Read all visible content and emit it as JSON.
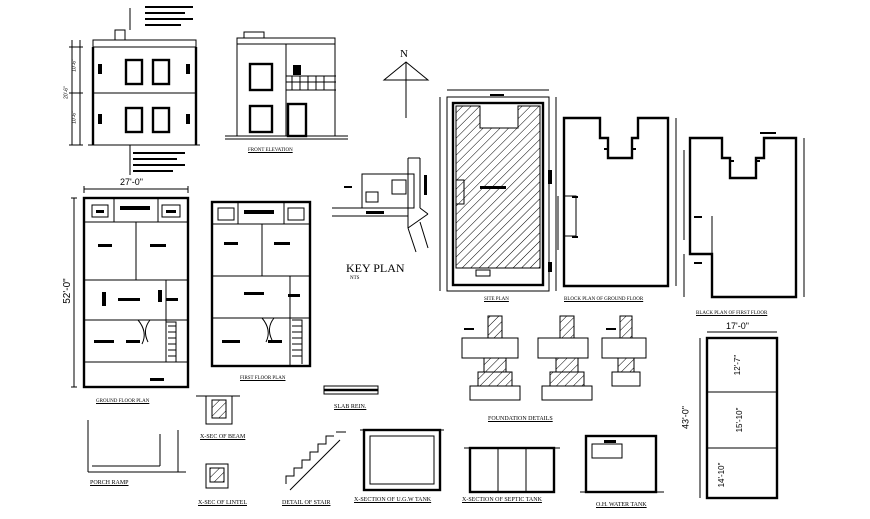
{
  "north_label": "N",
  "key_plan": {
    "title": "KEY PLAN",
    "scale": "NTS"
  },
  "captions": {
    "front_elevation": "FRONT ELEVATION",
    "ground_floor_plan": "GROUND FLOOR PLAN",
    "first_floor_plan": "FIRST FLOOR PLAN",
    "site_plan": "SITE PLAN",
    "block_plan_ground": "BLOCK PLAN OF GROUND FLOOR",
    "block_plan_first": "BLACK PLAN OF FIRST FLOOR",
    "foundation_details": "FOUNDATION DETAILS",
    "slab_rein": "SLAB REIN.",
    "x_sec_beam": "X-SEC OF BEAM",
    "x_sec_lintel": "X-SEC OF LINTEL",
    "porch_ramp": "PORCH RAMP",
    "detail_of_stair": "DETAIL OF STAIR",
    "ugw_tank": "X-SECTION OF U.G.W TANK",
    "septic_tank": "X-SECTION OF SEPTIC TANK",
    "oh_water_tank": "O.H. WATER TANK"
  },
  "dimensions": {
    "plot_width": "27'-0\"",
    "plot_depth": "52'-0\"",
    "tank_width": "17'-0\"",
    "tank_depth": "43'-0\"",
    "part_top": "12'-7\"",
    "part_mid": "15'-10\"",
    "part_bot": "14'-10\"",
    "elev_upper": "10'-6\"",
    "elev_total": "20'-6\"",
    "elev_lower": "10'-6\""
  },
  "colors": {
    "line": "#000000",
    "background": "#ffffff"
  }
}
